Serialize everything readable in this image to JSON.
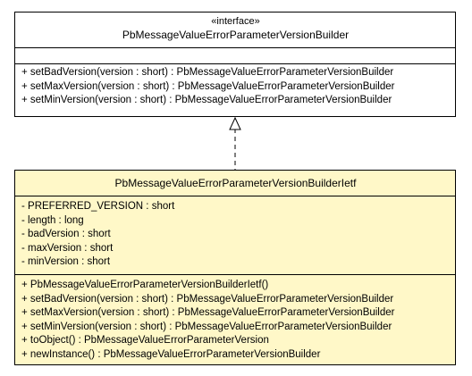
{
  "interface": {
    "stereotype": "«interface»",
    "name": "PbMessageValueErrorParameterVersionBuilder",
    "attributes": [],
    "operations": [
      "+ setBadVersion(version : short) : PbMessageValueErrorParameterVersionBuilder",
      "+ setMaxVersion(version : short) : PbMessageValueErrorParameterVersionBuilder",
      "+ setMinVersion(version : short) : PbMessageValueErrorParameterVersionBuilder"
    ]
  },
  "implementation": {
    "name": "PbMessageValueErrorParameterVersionBuilderIetf",
    "attributes": [
      "- PREFERRED_VERSION : short",
      "- length : long",
      "- badVersion : short",
      "- maxVersion : short",
      "- minVersion : short"
    ],
    "operations": [
      "+ PbMessageValueErrorParameterVersionBuilderIetf()",
      "+ setBadVersion(version : short) : PbMessageValueErrorParameterVersionBuilder",
      "+ setMaxVersion(version : short) : PbMessageValueErrorParameterVersionBuilder",
      "+ setMinVersion(version : short) : PbMessageValueErrorParameterVersionBuilder",
      "+ toObject() : PbMessageValueErrorParameterVersion",
      "+ newInstance() : PbMessageValueErrorParameterVersionBuilder"
    ]
  },
  "colors": {
    "interface_fill": "#ffffff",
    "class_fill": "#fff8c8",
    "border": "#000000"
  }
}
